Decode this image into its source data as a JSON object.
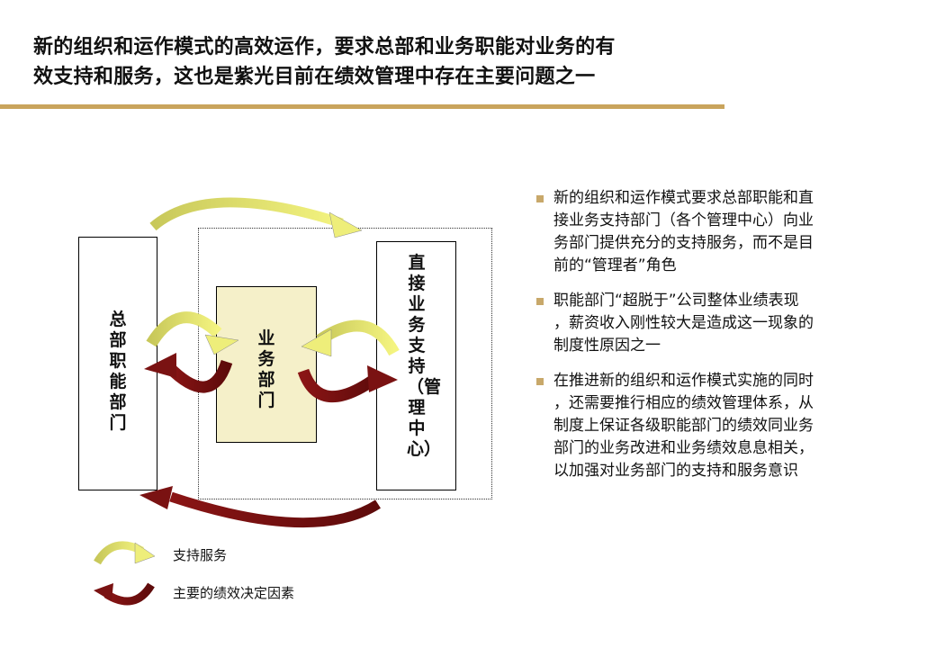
{
  "title": {
    "lines": [
      "新的组织和运作模式的高效运作，要求总部和业务职能对业务的有",
      "效支持和服务，这也是紫光目前在绩效管理中存在主要问题之一"
    ]
  },
  "colors": {
    "rule": "#c9a45c",
    "bullet": "#c8a86a",
    "center_fill": "#f5f0c9",
    "support_arrow": "#e3e37a",
    "factor_arrow": "#7a1212"
  },
  "diagram": {
    "left_box": "总部职能部门",
    "center_box": "业务部门",
    "right_box": "直接业务支持（管理中心）"
  },
  "bullets": [
    {
      "lines": [
        "新的组织和运作模式要求总部职能和直",
        "接业务支持部门（各个管理中心）向业",
        "务部门提供充分的支持服务，而不是目",
        "前的“管理者”角色"
      ]
    },
    {
      "lines": [
        "职能部门“超脱于”公司整体业绩表现",
        "，薪资收入刚性较大是造成这一现象的",
        "制度性原因之一"
      ]
    },
    {
      "lines": [
        "在推进新的组织和运作模式实施的同时",
        "，还需要推行相应的绩效管理体系，从",
        "制度上保证各级职能部门的绩效同业务",
        "部门的业务改进和业务绩效息息相关，",
        "以加强对业务部门的支持和服务意识"
      ]
    }
  ],
  "legend": [
    {
      "icon": "yellow-curved-arrow",
      "label": "支持服务"
    },
    {
      "icon": "red-curved-arrow",
      "label": "主要的绩效决定因素"
    }
  ]
}
